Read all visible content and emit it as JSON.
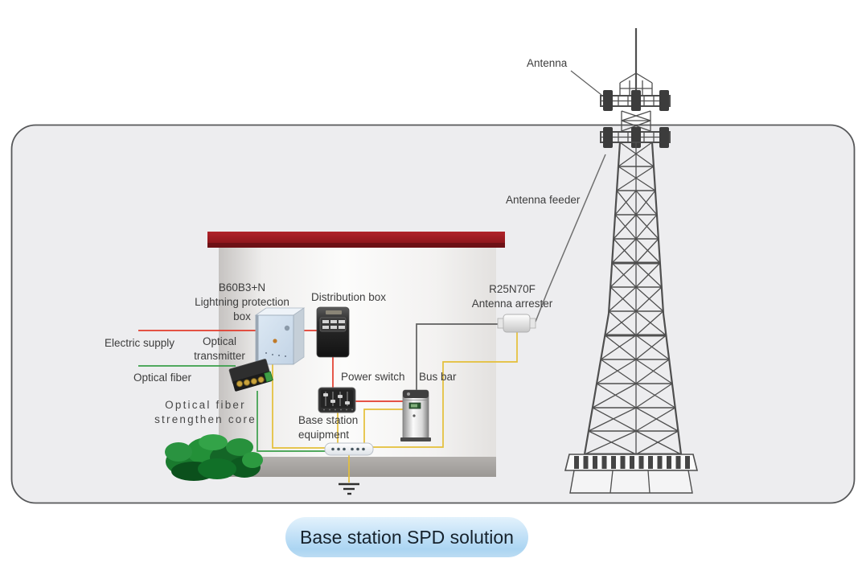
{
  "diagram": {
    "title": "Base station SPD solution",
    "labels": {
      "antenna": "Antenna",
      "antenna_feeder": "Antenna feeder",
      "lightning_box": {
        "model": "B60B3+N",
        "name_line1": "Lightning protection",
        "name_line2": "box"
      },
      "distribution_box": "Distribution box",
      "antenna_arrester": {
        "model": "R25N70F",
        "name": "Antenna arrester"
      },
      "electric_supply": "Electric supply",
      "optical_transmitter": {
        "line1": "Optical",
        "line2": "transmitter"
      },
      "optical_fiber": "Optical fiber",
      "optical_fiber_core": {
        "line1": "Optical fiber",
        "line2": "strengthen core"
      },
      "power_switch": "Power switch",
      "bus_bar": "Bus bar",
      "base_station_equipment": {
        "line1": "Base station",
        "line2": "equipment"
      }
    },
    "colors": {
      "wire_electric": "#e23b2c",
      "wire_optical": "#3a9e4a",
      "wire_ground": "#e4bf38",
      "wire_signal": "#5f5f5f",
      "roof": "#9e1b21",
      "title_bg": "#bcdcf3",
      "tower": "#4f4f4f"
    }
  }
}
